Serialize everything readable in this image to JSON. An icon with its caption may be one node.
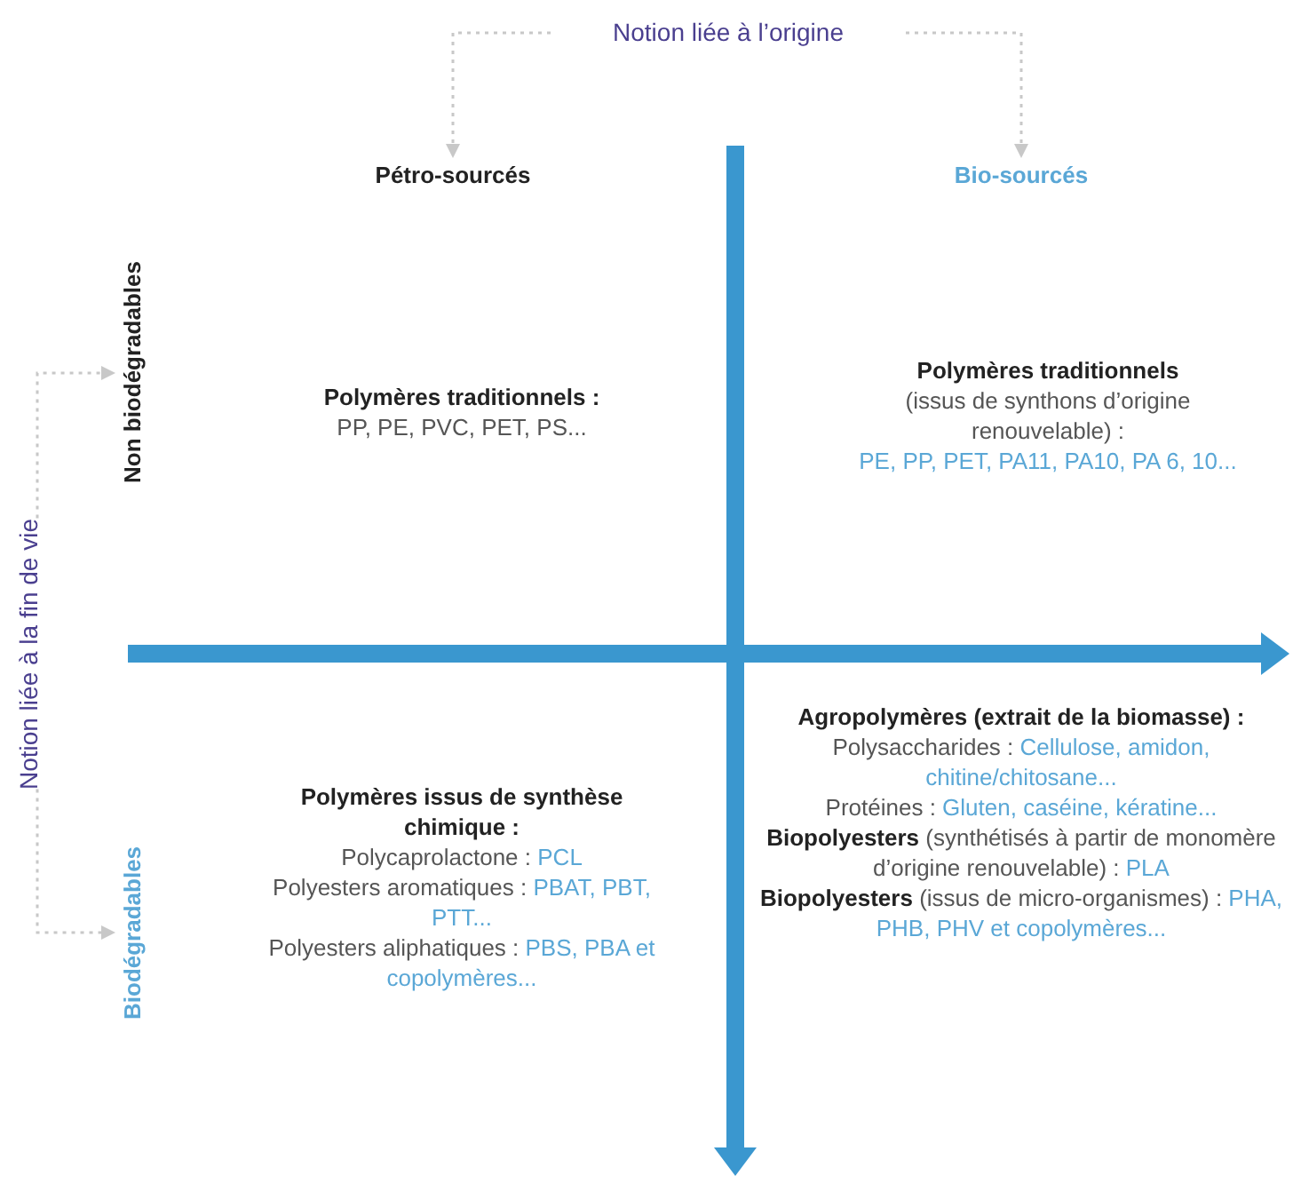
{
  "diagram": {
    "nodes": [
      {
        "text": [
          "Notion liée à l’origine"
        ]
      },
      {
        "text": [
          "Pétro-sourcés"
        ]
      },
      {
        "text": [
          "Bio-sourcés"
        ]
      },
      {
        "text": [
          "Notion liée à la fin de vie"
        ]
      },
      {
        "text": [
          "Non biodégradables"
        ]
      },
      {
        "text": [
          "Biodégradables"
        ]
      },
      {
        "text": [
          "Polymères traditionnels :",
          "PP, PE, PVC, PET, PS..."
        ]
      },
      {
        "text": [
          "Polymères traditionnels",
          "(issus de synthons d’origine renouvelable) :",
          "PE, PP, PET, PA11, PA10, PA 6, 10..."
        ]
      },
      {
        "text": [
          "Polymères issus de synthèse chimique :",
          "Polycaprolactone : PCL",
          "Polyesters aromatiques : PBAT, PBT, PTT...",
          "Polyesters aliphatiques : PBS, PBA et copolymères..."
        ]
      },
      {
        "text": [
          "Agropolymères (extrait de la biomasse) :",
          "Polysaccharides : Cellulose, amidon, chitine/chitosane...",
          "Protéines : Gluten, caséine, kératine...",
          "**Biopolyesters** (synthétisés à partir de monomère d’origine renouvelable) : PLA",
          "**Biopolyesters** (issus de micro-organismes) : PHA, PHB, PHV et copolymères..."
        ]
      }
    ],
    "edges": [
      {
        "from": 0,
        "to": 1,
        "arrow": "to",
        "style": "dashed",
        "color": "#c8c8c8"
      },
      {
        "from": 0,
        "to": 2,
        "arrow": "to",
        "style": "dashed",
        "color": "#c8c8c8"
      },
      {
        "from": 3,
        "to": 4,
        "arrow": "to",
        "style": "dashed",
        "color": "#c8c8c8"
      },
      {
        "from": 3,
        "to": 5,
        "arrow": "to",
        "style": "dashed",
        "color": "#c8c8c8"
      }
    ]
  }
}
